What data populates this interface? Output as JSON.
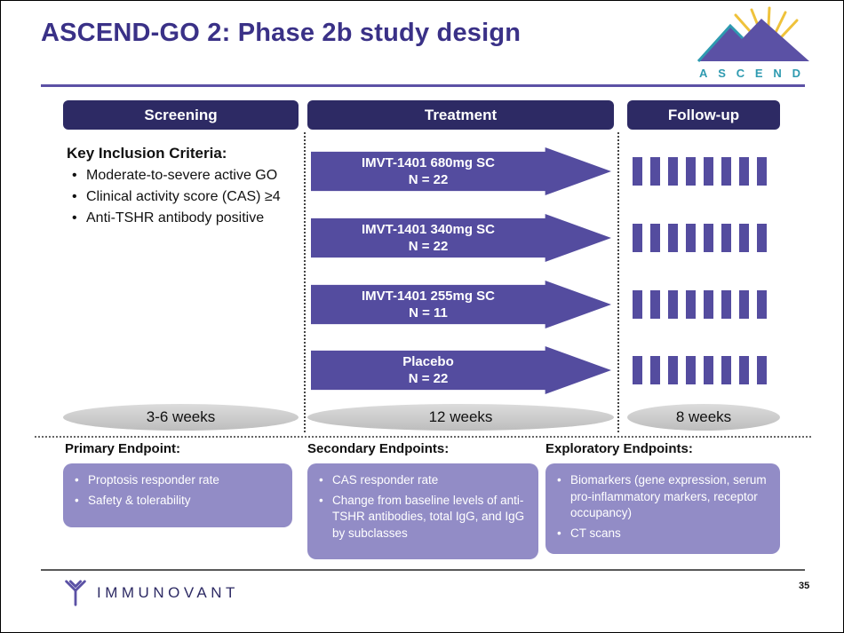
{
  "slide": {
    "title": "ASCEND-GO 2: Phase 2b study design",
    "page_number": "35"
  },
  "phases": {
    "screening": {
      "header": "Screening",
      "duration": "3-6 weeks"
    },
    "treatment": {
      "header": "Treatment",
      "duration": "12 weeks"
    },
    "followup": {
      "header": "Follow-up",
      "duration": "8 weeks"
    }
  },
  "inclusion": {
    "title": "Key Inclusion Criteria:",
    "bullets": [
      "Moderate-to-severe active GO",
      "Clinical activity score (CAS) ≥4",
      "Anti-TSHR antibody positive"
    ]
  },
  "treatment_arms": [
    {
      "label": "IMVT-1401 680mg SC",
      "n": "N = 22"
    },
    {
      "label": "IMVT-1401 340mg SC",
      "n": "N = 22"
    },
    {
      "label": "IMVT-1401 255mg SC",
      "n": "N = 11"
    },
    {
      "label": "Placebo",
      "n": "N = 22"
    }
  ],
  "endpoints": {
    "primary": {
      "title": "Primary Endpoint:",
      "items": [
        "Proptosis responder rate",
        "Safety & tolerability"
      ]
    },
    "secondary": {
      "title": "Secondary Endpoints:",
      "items": [
        "CAS responder rate",
        "Change from baseline levels of anti-TSHR antibodies, total IgG, and IgG by subclasses"
      ]
    },
    "exploratory": {
      "title": "Exploratory Endpoints:",
      "items": [
        "Biomarkers (gene expression, serum pro-inflammatory markers, receptor occupancy)",
        "CT scans"
      ]
    }
  },
  "logos": {
    "ascend_text": "ASCEND",
    "immunovant_text": "IMMUNOVANT"
  },
  "colors": {
    "title_purple": "#3A3187",
    "header_navy": "#2D2A64",
    "arrow_purple": "#544C9F",
    "endpoint_box_purple": "#928CC6",
    "ascend_teal": "#2E9AB0",
    "logo_yellow": "#EFC23B",
    "pill_gray": "#C9C9C9"
  }
}
